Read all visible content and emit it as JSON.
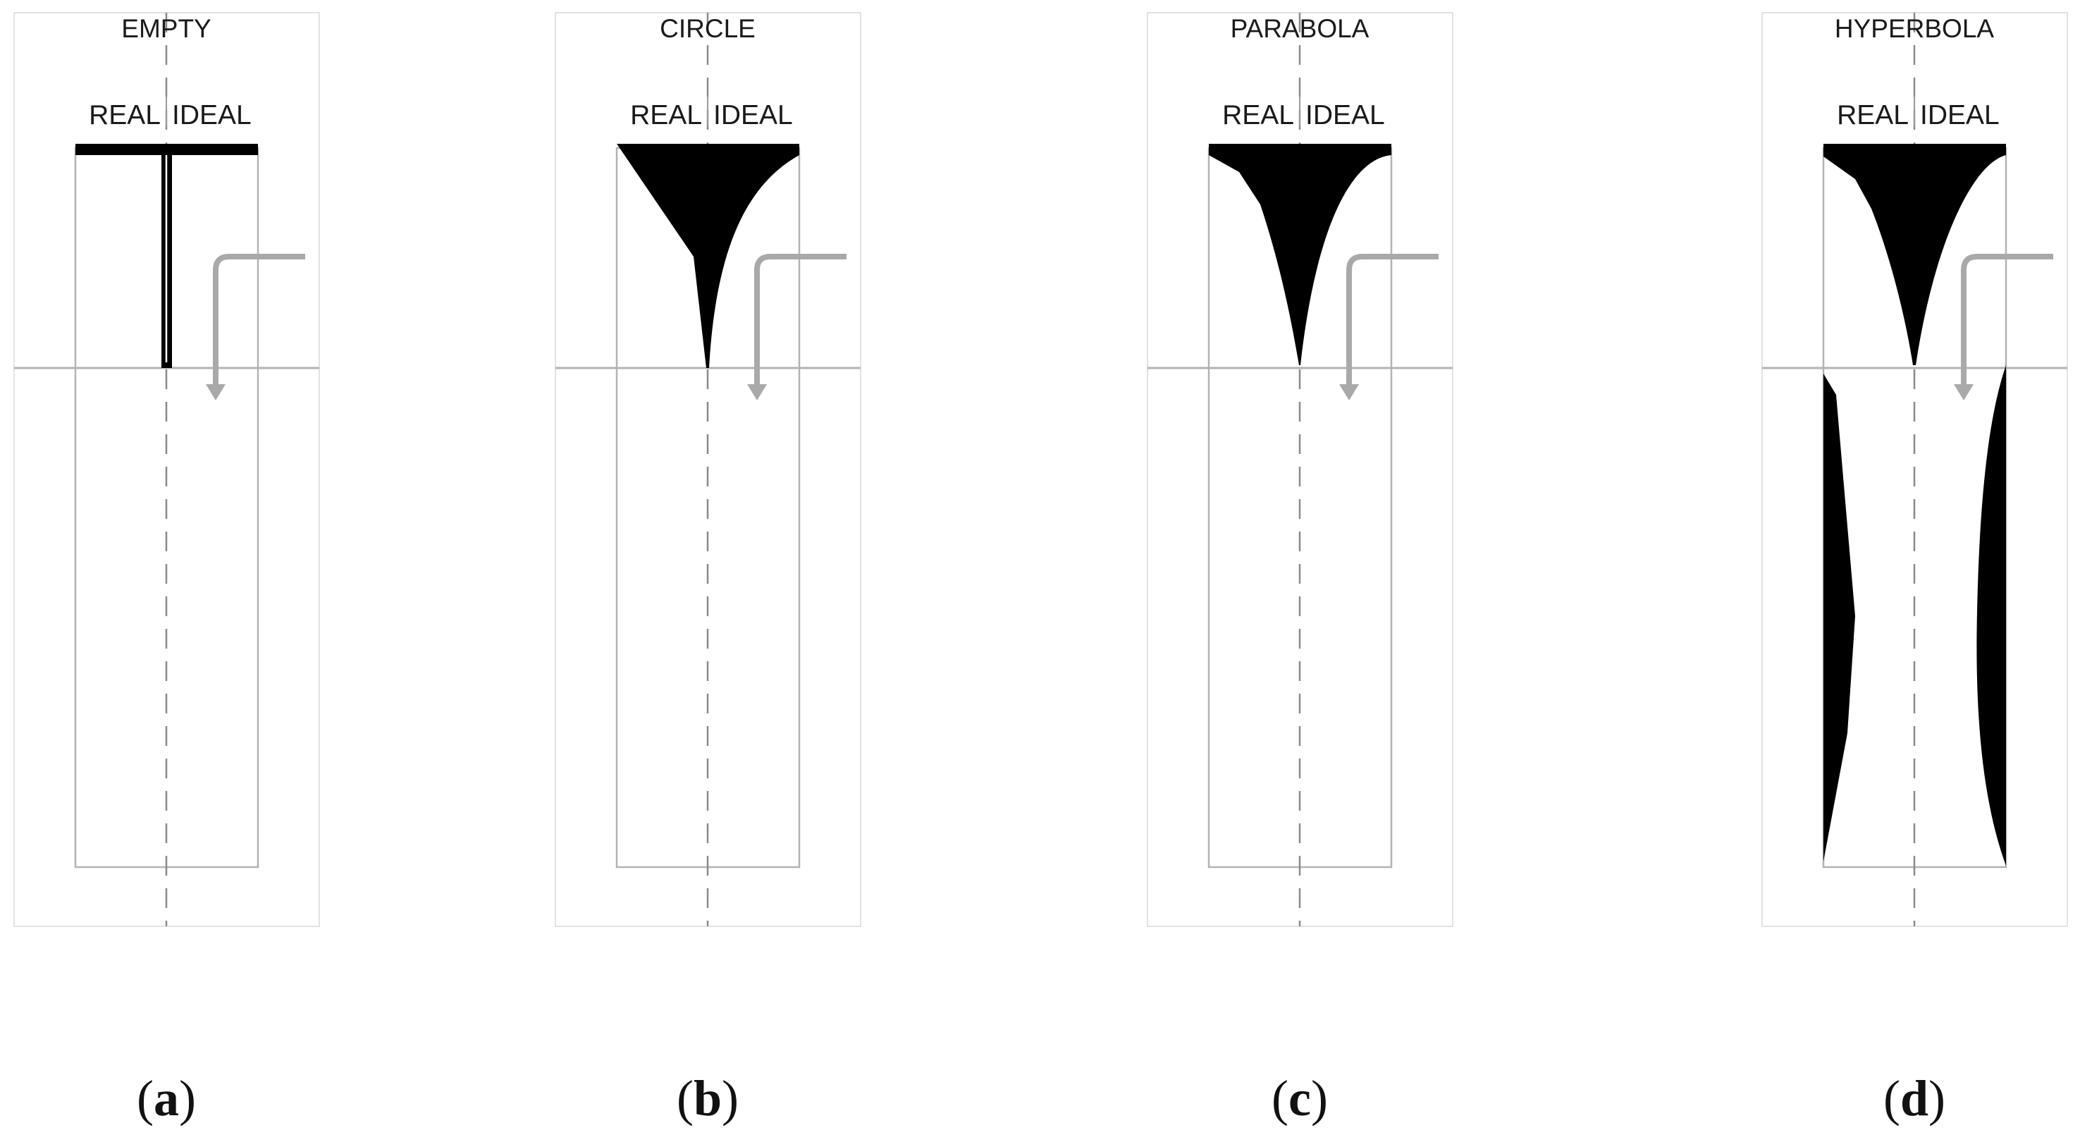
{
  "panels": [
    {
      "id": "a",
      "title": "EMPTY",
      "shape": "empty",
      "real_label": "REAL",
      "ideal_label": "IDEAL",
      "caption_letter": "a"
    },
    {
      "id": "b",
      "title": "CIRCLE",
      "shape": "circle",
      "real_label": "REAL",
      "ideal_label": "IDEAL",
      "caption_letter": "b"
    },
    {
      "id": "c",
      "title": "PARABOLA",
      "shape": "parabola",
      "real_label": "REAL",
      "ideal_label": "IDEAL",
      "caption_letter": "c"
    },
    {
      "id": "d",
      "title": "HYPERBOLA",
      "shape": "hyperbola",
      "real_label": "REAL",
      "ideal_label": "IDEAL",
      "caption_letter": "d"
    }
  ],
  "caption_open": "(",
  "caption_close": ")",
  "colors": {
    "fill": "#000000",
    "frame": "#b3b3b3",
    "arrow": "#a9a9a9",
    "axis": "#8a8a8a"
  }
}
